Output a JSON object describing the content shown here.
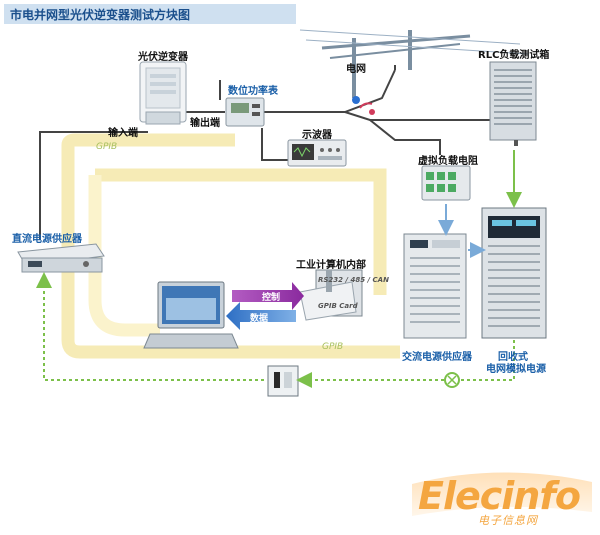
{
  "title": "市电并网型光伏逆变器测试方块图",
  "labels": {
    "pv_inverter": "光伏逆变器",
    "input": "输入端",
    "output": "输出端",
    "power_meter": "数位功率表",
    "oscilloscope": "示波器",
    "grid": "电网",
    "rlc_load": "RLC负载测试箱",
    "virtual_load": "虚拟负载电阻",
    "dc_supply": "直流电源供应器",
    "industrial_pc": "工业计算机内部",
    "control": "控制",
    "data": "数据",
    "ac_supply": "交流电源供应器",
    "regen_grid_line1": "回收式",
    "regen_grid_line2": "电网模拟电源",
    "gpib": "GPIB",
    "rs232": "RS232 / 485 / CAN",
    "gpib_card": "GPIB Card"
  },
  "logo": {
    "main": "Elecinfo",
    "sub": "电子信息网"
  },
  "colors": {
    "gpib_path": "#f3e6a3",
    "gpib_path_light": "#fbf3cc",
    "arrow_green": "#7cc04a",
    "arrow_blue": "#7aaad8",
    "title_bg": "#cfe0f0",
    "logo": "#f4a640"
  }
}
